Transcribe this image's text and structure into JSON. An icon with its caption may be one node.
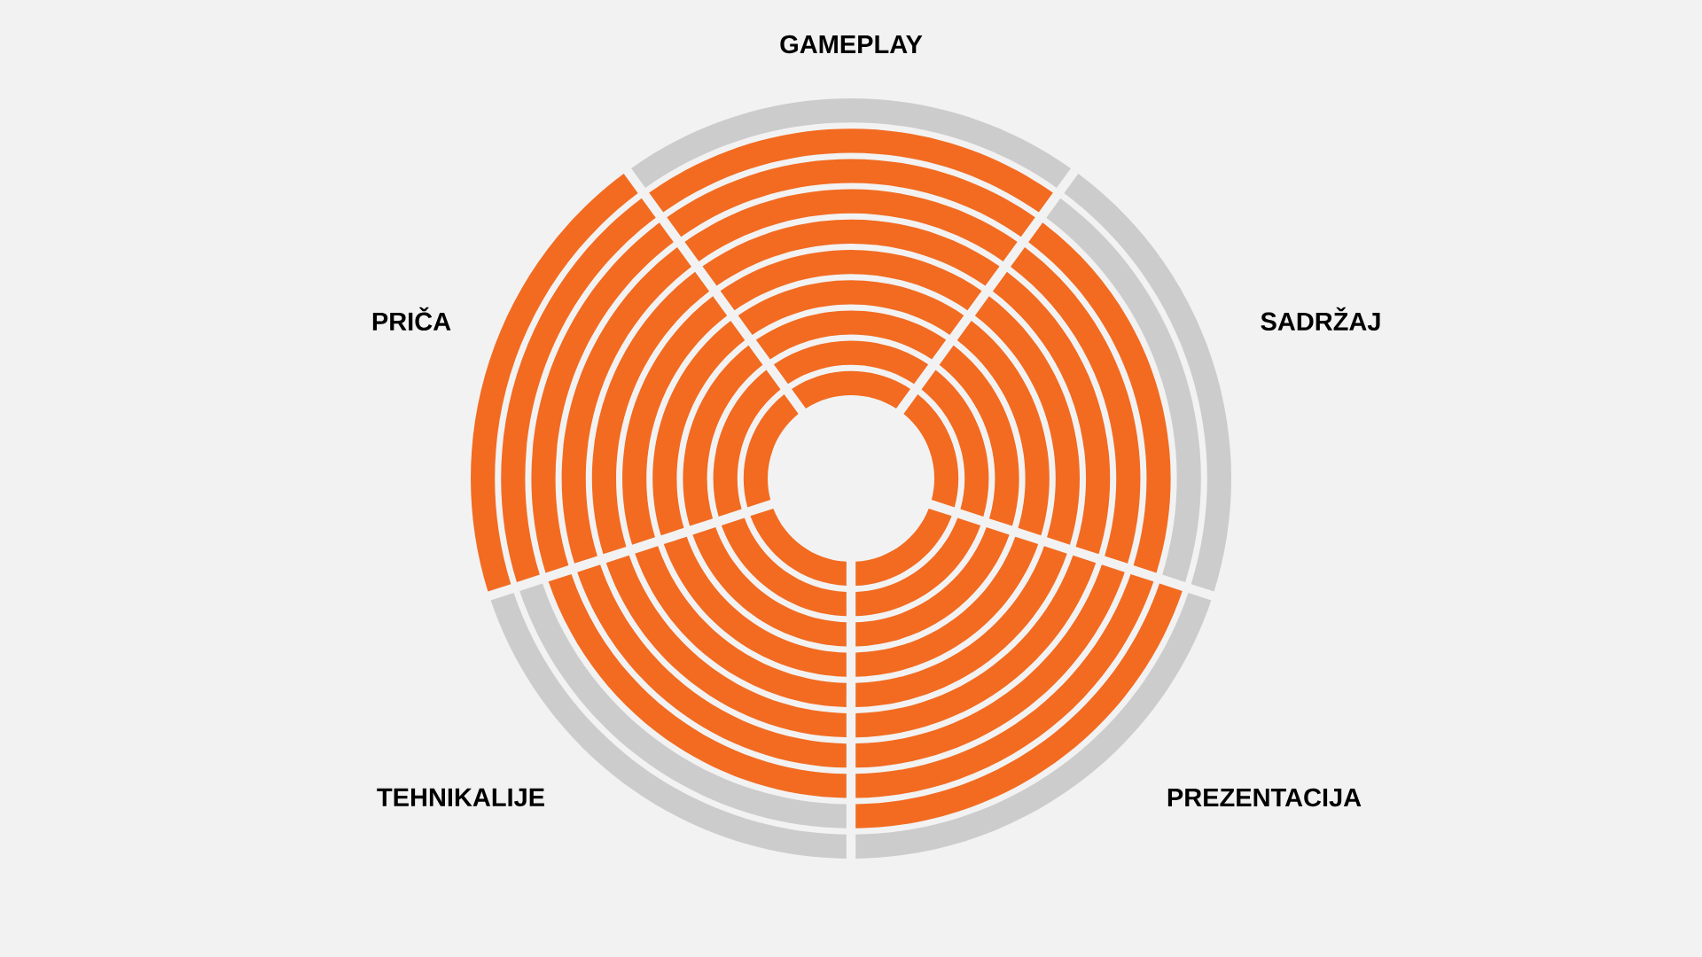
{
  "diagram": {
    "labels": [
      "GAMEPLAY",
      "PRIČA",
      "SADRŽAJ",
      "TEHNIKALIJE",
      "PREZENTACIJA"
    ]
  }
}
